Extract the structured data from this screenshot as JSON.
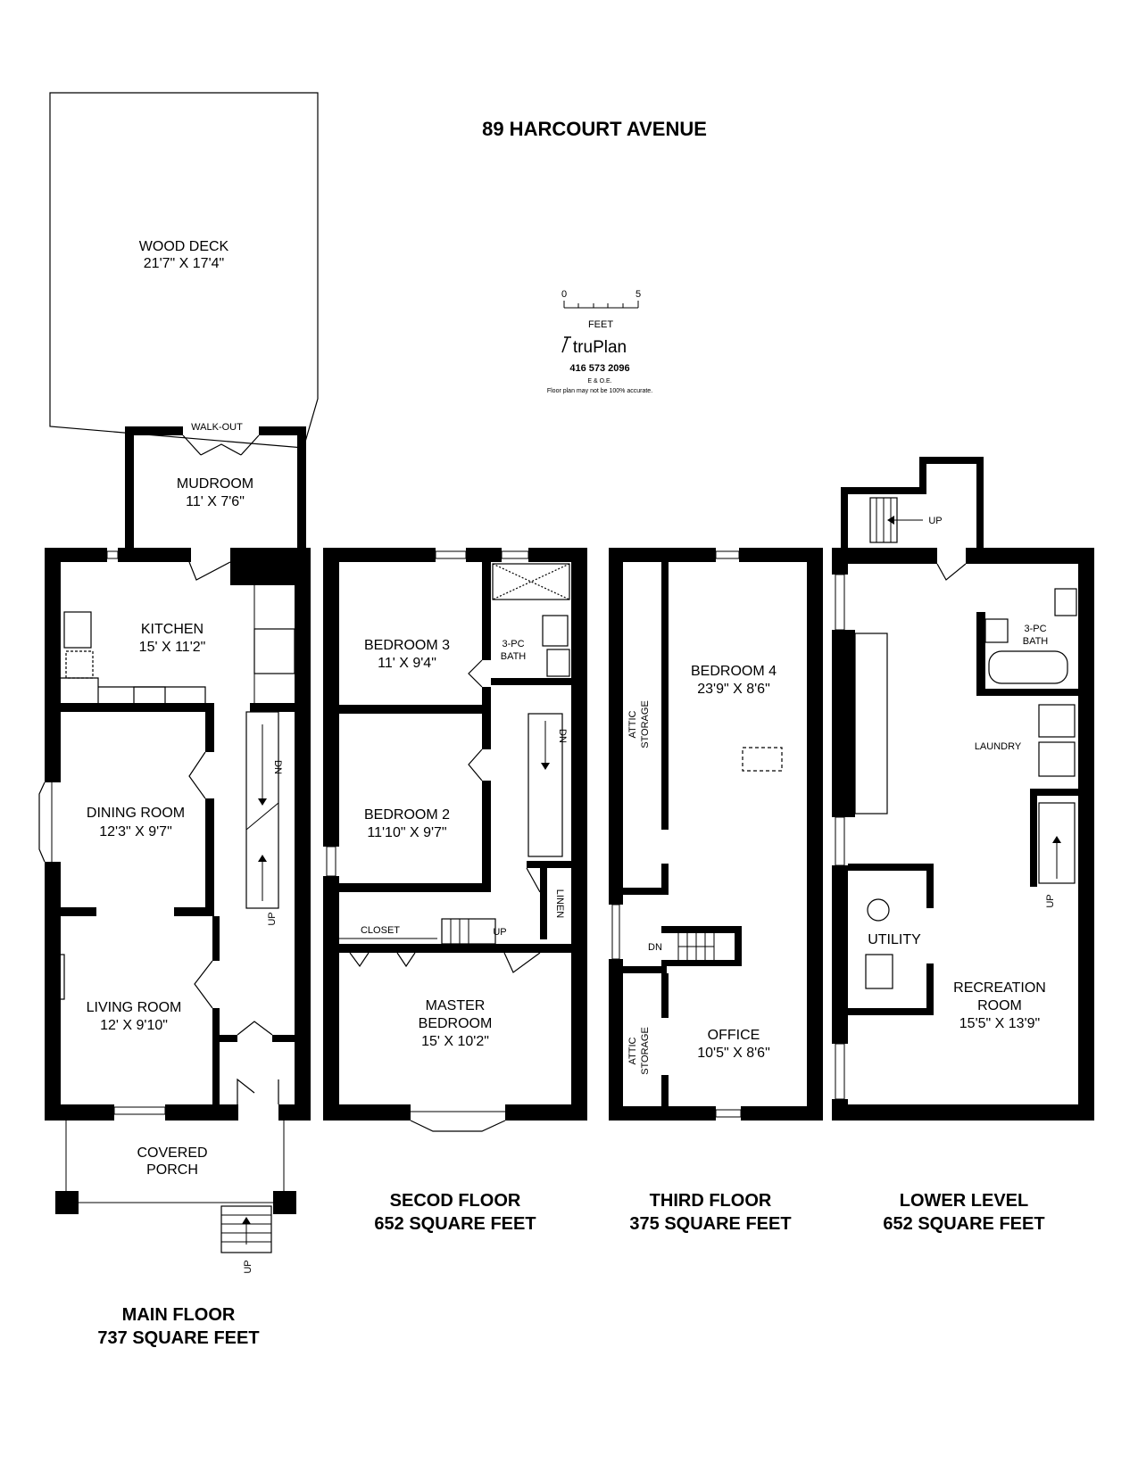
{
  "title": "89 HARCOURT AVENUE",
  "scale": {
    "min": "0",
    "max": "5",
    "unit": "FEET"
  },
  "logo": {
    "brand": "truPlan",
    "phone": "416 573 2096",
    "eoe": "E & O.E.",
    "disclaimer": "Floor plan may not be 100% accurate."
  },
  "floors": {
    "main": {
      "name": "MAIN FLOOR",
      "area": "737 SQUARE FEET",
      "rooms": {
        "wood_deck": {
          "name": "WOOD DECK",
          "size": "21'7\" X 17'4\""
        },
        "walk_out": "WALK-OUT",
        "mudroom": {
          "name": "MUDROOM",
          "size": "11' X 7'6\""
        },
        "kitchen": {
          "name": "KITCHEN",
          "size": "15' X 11'2\""
        },
        "dining": {
          "name": "DINING ROOM",
          "size": "12'3\" X 9'7\""
        },
        "living": {
          "name": "LIVING ROOM",
          "size": "12' X 9'10\""
        },
        "porch": {
          "name1": "COVERED",
          "name2": "PORCH"
        }
      },
      "stairs": {
        "dn": "DN",
        "up": "UP",
        "porch_up": "UP"
      }
    },
    "second": {
      "name": "SECOD FLOOR",
      "area": "652 SQUARE FEET",
      "rooms": {
        "bed3": {
          "name": "BEDROOM 3",
          "size": "11' X 9'4\""
        },
        "bath": {
          "name1": "3-PC",
          "name2": "BATH"
        },
        "bed2": {
          "name": "BEDROOM 2",
          "size": "11'10\" X 9'7\""
        },
        "closet": "CLOSET",
        "linen": "LINEN",
        "master": {
          "name1": "MASTER",
          "name2": "BEDROOM",
          "size": "15' X 10'2\""
        }
      },
      "stairs": {
        "dn": "DN",
        "up": "UP"
      }
    },
    "third": {
      "name": "THIRD FLOOR",
      "area": "375 SQUARE FEET",
      "rooms": {
        "attic1": {
          "name1": "ATTIC",
          "name2": "STORAGE"
        },
        "bed4": {
          "name": "BEDROOM 4",
          "size": "23'9\" X 8'6\""
        },
        "attic2": {
          "name1": "ATTIC",
          "name2": "STORAGE"
        },
        "office": {
          "name": "OFFICE",
          "size": "10'5\" X 8'6\""
        }
      },
      "stairs": {
        "dn": "DN"
      }
    },
    "lower": {
      "name": "LOWER LEVEL",
      "area": "652 SQUARE FEET",
      "rooms": {
        "bath": {
          "name1": "3-PC",
          "name2": "BATH"
        },
        "laundry": "LAUNDRY",
        "utility": "UTILITY",
        "rec": {
          "name1": "RECREATION",
          "name2": "ROOM",
          "size": "15'5\" X 13'9\""
        }
      },
      "stairs": {
        "up_exterior": "UP",
        "up": "UP"
      }
    }
  }
}
